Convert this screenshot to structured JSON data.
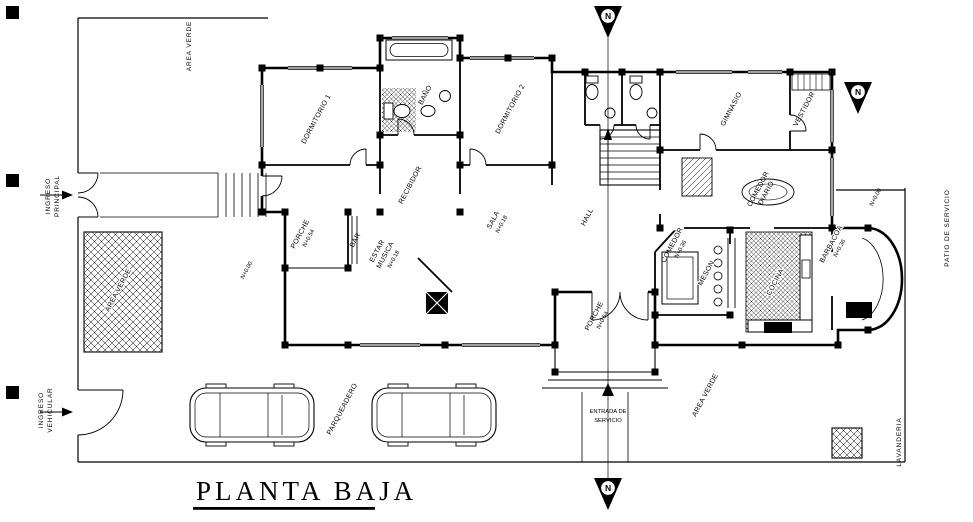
{
  "title": "PLANTA BAJA",
  "compass": {
    "letter": "N"
  },
  "site": {
    "area_verde_top": "AREA VERDE",
    "area_verde_garden": "AREA VERDE",
    "area_verde_bottom": "AREA VERDE",
    "ingreso_principal": [
      "INGRESO",
      "PRINCIPAL"
    ],
    "ingreso_vehicular": [
      "INGRESO",
      "VEHICULAR"
    ],
    "patio_de_servicio": "PATIO DE SERVICIO",
    "lavanderia": "LAVANDERIA",
    "entrada_de_servicio": [
      "ENTRADA DE",
      "SERVICIO"
    ],
    "parqueadero": "PARQUEADERO"
  },
  "rooms": {
    "dormitorio_1": "DORMITORIO 1",
    "bano": "BAÑO",
    "dormitorio_2": "DORMITORIO 2",
    "gimnasio": "GIMNASIO",
    "vestidor": "VESTIDOR",
    "comedor_diario": [
      "COMEDOR",
      "DIARIO"
    ],
    "recibidor": "RECIBIDOR",
    "hall": "HALL",
    "sala": "SALA",
    "estar_musica": [
      "ESTAR",
      "MUSICA"
    ],
    "bar": "BAR",
    "porche_izq": "PORCHE",
    "porche_sur": "PORCHE",
    "comedor": "COMEDOR",
    "meson": "MESON",
    "cocina": "COCINA",
    "barbacoa": "BARBACOA"
  },
  "levels": {
    "sala": "N+0.18",
    "estar_musica": "N+0.18",
    "porche_izq": "N+0.54",
    "porche_sur": "N+0.54",
    "comedor": "N+0.36",
    "barbacoa": "N+0.36",
    "acceso_izq": "N+0.00",
    "patio_der": "N+0.00"
  }
}
